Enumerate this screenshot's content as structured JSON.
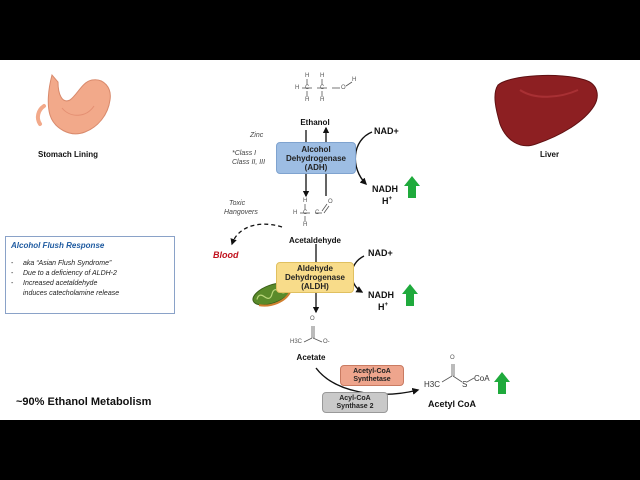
{
  "organs": {
    "stomach_label": "Stomach Lining",
    "liver_label": "Liver"
  },
  "pathway": {
    "ethanol": {
      "label": "Ethanol",
      "formula": {
        "h": "H",
        "c": "C",
        "o": "O"
      }
    },
    "adh": {
      "line1": "Alcohol",
      "line2": "Dehydrogenase",
      "line3": "(ADH)",
      "cofactor": "Zinc",
      "classes_line1": "*Class I",
      "classes_line2": "Class II, III"
    },
    "nad1": "NAD+",
    "nadh1": "NADH",
    "hplus1": "H",
    "hplus1_sup": "+",
    "toxic_line1": "Toxic",
    "toxic_line2": "Hangovers",
    "acetaldehyde": {
      "label": "Acetaldehyde"
    },
    "blood": "Blood",
    "aldh": {
      "line1": "Aldehyde",
      "line2": "Dehydrogenase",
      "line3": "(ALDH)"
    },
    "nad2": "NAD+",
    "nadh2": "NADH",
    "hplus2": "H",
    "hplus2_sup": "+",
    "acetate": {
      "label": "Acetate",
      "formula": "H3C",
      "o_minus": "O-",
      "o_top": "O"
    },
    "acetyl_coa_synthetase": {
      "line1": "Acetyl-CoA",
      "line2": "Synthetase"
    },
    "acyl_coa_synthase": {
      "line1": "Acyl-CoA",
      "line2": "Synthase 2"
    },
    "acetyl_coa": {
      "label": "Acetyl CoA",
      "h3c": "H3C",
      "s": "S",
      "coa": "CoA",
      "o": "O"
    }
  },
  "flush_box": {
    "title": "Alcohol Flush Response",
    "items": [
      {
        "bullet": "-",
        "text": "aka “Asian Flush Syndrome”"
      },
      {
        "bullet": "-",
        "text": "Due to a deficiency of ALDH-2"
      },
      {
        "bullet": "-",
        "text": "Increased acetaldehyde"
      },
      {
        "bullet": "",
        "text": "induces catecholamine release"
      }
    ]
  },
  "footer_note": "~90% Ethanol Metabolism",
  "colors": {
    "adh_fill": "#9dbde3",
    "aldh_fill": "#f8dc8a",
    "acetyl_synthetase_fill": "#eea58d",
    "acyl_synthase_fill": "#c9c9c9",
    "up_arrow": "#1faa3c",
    "blood_text": "#c0101c",
    "flush_title": "#1e5aa0",
    "flush_border": "#8aa2c8"
  },
  "icons": [
    "stomach-icon",
    "liver-icon",
    "mitochondria-icon",
    "up-arrow-icon"
  ]
}
